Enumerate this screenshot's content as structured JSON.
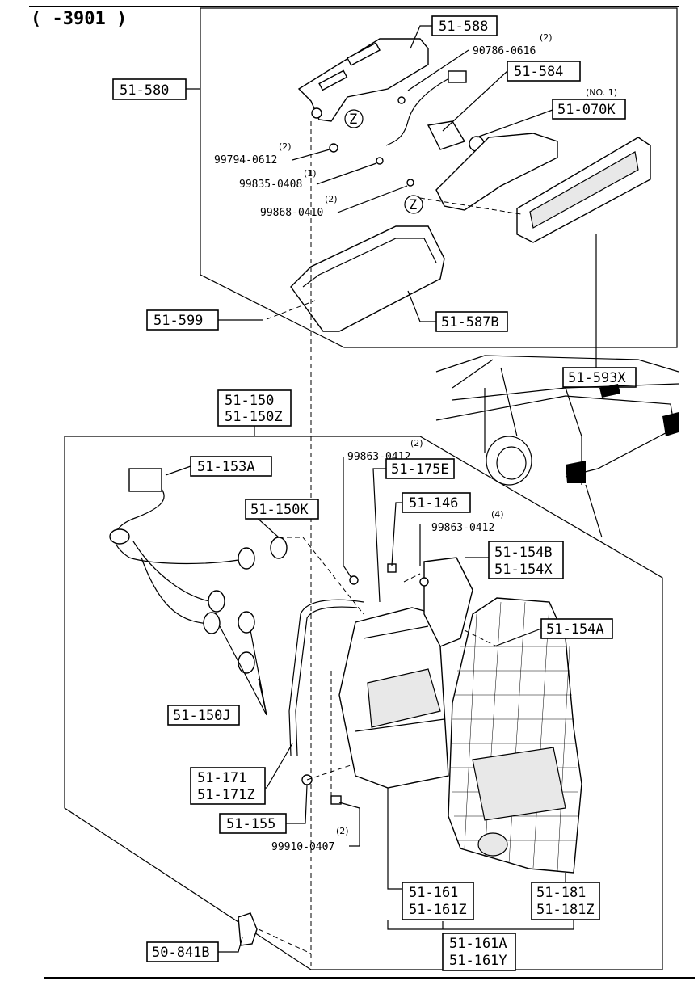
{
  "header": {
    "range": "( -3901 )"
  },
  "upper_assembly": {
    "group_code": "51-580",
    "parts": {
      "bracket": "51-588",
      "screw_qty": "(2)",
      "screw": "90786-0616",
      "socket": "51-584",
      "bulb_note": "(NO. 1)",
      "bulb": "51-070K",
      "screw2_qty": "(2)",
      "screw2": "99794-0612",
      "screw3_qty": "(1)",
      "screw3": "99835-0408",
      "screw4_qty": "(2)",
      "screw4": "99868-0410",
      "lens": "51-593X",
      "clip": "51-599",
      "housing": "51-587B"
    },
    "ref_marks": [
      "Z",
      "Z"
    ]
  },
  "lower_assembly": {
    "group_codes": [
      "51-150",
      "51-150Z"
    ],
    "parts": {
      "harness": "51-153A",
      "bulb_main": "51-150K",
      "bulbs": "51-150J",
      "gasket": [
        "51-171",
        "51-171Z"
      ],
      "screw_a": "51-155",
      "screw_b_qty": "(2)",
      "screw_b": "99910-0407",
      "clip_b": "50-841B",
      "screw_c_qty": "(2)",
      "screw_c": "99863-0412",
      "nut": "51-175E",
      "cap": "51-146",
      "screw_d_qty": "(4)",
      "screw_d": "99863-0412",
      "bracket": [
        "51-154B",
        "51-154X"
      ],
      "bolt": "51-154A",
      "lens_left": [
        "51-161",
        "51-161Z"
      ],
      "lens_right": [
        "51-181",
        "51-181Z"
      ],
      "lens_set": [
        "51-161A",
        "51-161Y"
      ]
    }
  }
}
